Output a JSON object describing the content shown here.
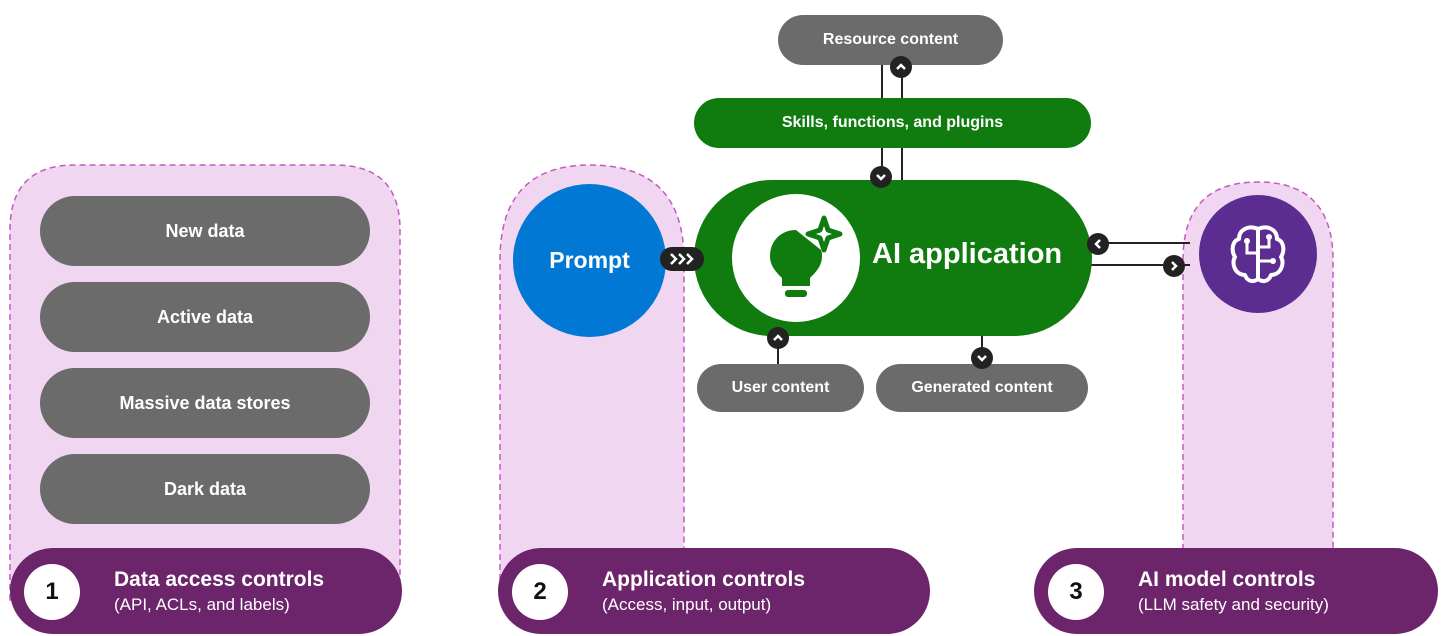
{
  "colors": {
    "gray_pill": "#6b6b6b",
    "green": "#107c10",
    "blue": "#0078d4",
    "purple_dark": "#6c246b",
    "purple_model": "#5c2d91",
    "zone_fill": "#f0d6f0",
    "zone_border": "#c45ac4"
  },
  "data_stores": [
    "New data",
    "Active data",
    "Massive data stores",
    "Dark data"
  ],
  "resource_content": "Resource content",
  "skills": "Skills, functions, and plugins",
  "prompt": "Prompt",
  "ai_application": "AI application",
  "user_content": "User content",
  "generated_content": "Generated content",
  "icons": {
    "app": "lightbulb-sparkle-icon",
    "model": "brain-circuit-icon",
    "prompt_arrow": "triple-chevron-right-icon"
  },
  "footers": [
    {
      "number": "1",
      "title": "Data access controls",
      "subtitle": "(API, ACLs, and labels)"
    },
    {
      "number": "2",
      "title": "Application controls",
      "subtitle": "(Access, input, output)"
    },
    {
      "number": "3",
      "title": "AI model controls",
      "subtitle": "(LLM safety and security)"
    }
  ]
}
